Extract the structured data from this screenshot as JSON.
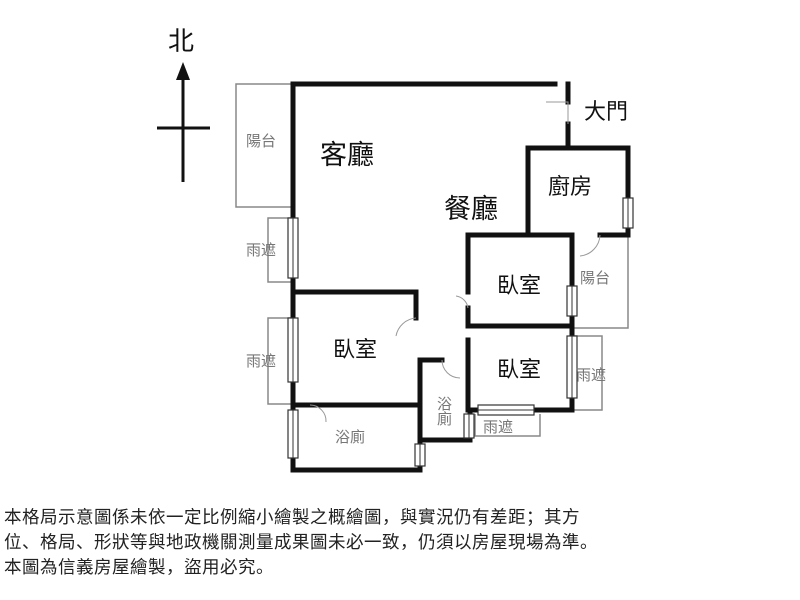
{
  "compass": {
    "north_label": "北"
  },
  "rooms": {
    "living_room": "客廳",
    "dining_room": "餐廳",
    "kitchen": "廚房",
    "main_door": "大門",
    "balcony_west": "陽台",
    "balcony_east": "陽台",
    "bedroom_1": "臥室",
    "bedroom_2": "臥室",
    "bedroom_3": "臥室",
    "bath_small": "浴廁",
    "bath_main": "浴廁",
    "awning_1": "雨遮",
    "awning_2": "雨遮",
    "awning_3": "雨遮",
    "awning_4": "雨遮"
  },
  "disclaimer": {
    "line1": "本格局示意圖係未依一定比例縮小繪製之概繪圖，與實況仍有差距；其方",
    "line2": "位、格局、形狀等與地政機關測量成果圖未必一致，仍須以房屋現場為準。",
    "line3": "本圖為信義房屋繪製，盜用必究。"
  }
}
